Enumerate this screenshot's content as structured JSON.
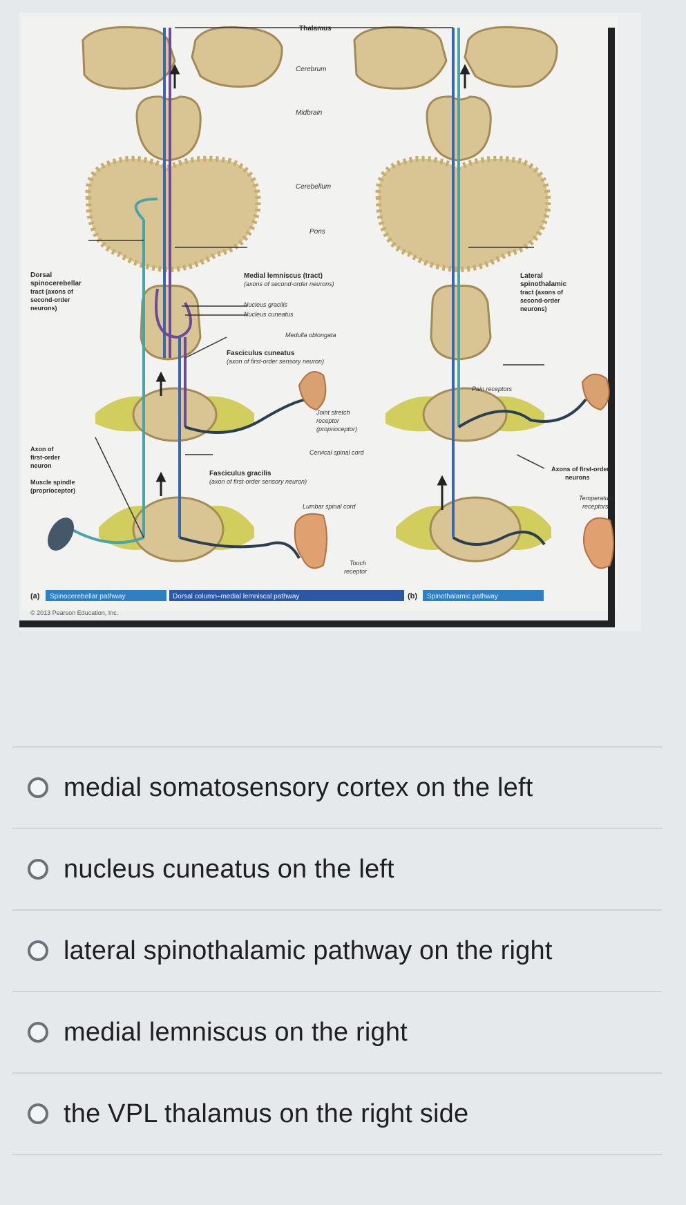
{
  "figure": {
    "labels": {
      "thalamus": "Thalamus",
      "cerebrum": "Cerebrum",
      "midbrain": "Midbrain",
      "cerebellum": "Cerebellum",
      "pons": "Pons",
      "dorsal_spinocerebellar_1": "Dorsal",
      "dorsal_spinocerebellar_2": "spinocerebellar",
      "dorsal_spinocerebellar_3": "tract (axons of",
      "dorsal_spinocerebellar_4": "second-order",
      "dorsal_spinocerebellar_5": "neurons)",
      "medial_lemniscus_1": "Medial lemniscus (tract)",
      "medial_lemniscus_2": "(axons of second-order neurons)",
      "nucleus_gracilis": "Nucleus gracilis",
      "nucleus_cuneatus": "Nucleus cuneatus",
      "medulla": "Medulla oblongata",
      "fasciculus_cuneatus_1": "Fasciculus cuneatus",
      "fasciculus_cuneatus_2": "(axon of first-order sensory neuron)",
      "lateral_spinothalamic_1": "Lateral",
      "lateral_spinothalamic_2": "spinothalamic",
      "lateral_spinothalamic_3": "tract (axons of",
      "lateral_spinothalamic_4": "second-order",
      "lateral_spinothalamic_5": "neurons)",
      "pain_receptors": "Pain receptors",
      "joint_stretch_1": "Joint stretch",
      "joint_stretch_2": "receptor",
      "joint_stretch_3": "(proprioceptor)",
      "axon_first_order_1": "Axon of",
      "axon_first_order_2": "first-order",
      "axon_first_order_3": "neuron",
      "muscle_spindle_1": "Muscle spindle",
      "muscle_spindle_2": "(proprioceptor)",
      "cervical_cord": "Cervical spinal cord",
      "fasciculus_gracilis_1": "Fasciculus gracilis",
      "fasciculus_gracilis_2": "(axon of first-order sensory neuron)",
      "axons_first_order_1": "Axons of first-order",
      "axons_first_order_2": "neurons",
      "temperature_1": "Temperature",
      "temperature_2": "receptors",
      "lumbar_cord": "Lumbar spinal cord",
      "touch_1": "Touch",
      "touch_2": "receptor",
      "panel_a": "(a)",
      "spinocerebellar_pathway": "Spinocerebellar pathway",
      "dcml_pathway": "Dorsal column–medial lemniscal pathway",
      "panel_b": "(b)",
      "spinothalamic_pathway": "Spinothalamic pathway",
      "copyright": "© 2013 Pearson Education, Inc."
    },
    "colors": {
      "tissue": "#d8c593",
      "tissue_dark": "#a38b55",
      "ganglion": "#c8c43a",
      "path_blue": "#3a66b0",
      "path_purple": "#6b4a9a",
      "path_teal": "#4aa3a6",
      "caption_bar": "#2e7fc4"
    }
  },
  "question": {
    "options": [
      {
        "label": "medial somatosensory cortex on the left"
      },
      {
        "label": "nucleus cuneatus on the left"
      },
      {
        "label": "lateral spinothalamic pathway on the right"
      },
      {
        "label": "medial lemniscus on the right"
      },
      {
        "label": "the VPL thalamus on the right side"
      }
    ]
  }
}
